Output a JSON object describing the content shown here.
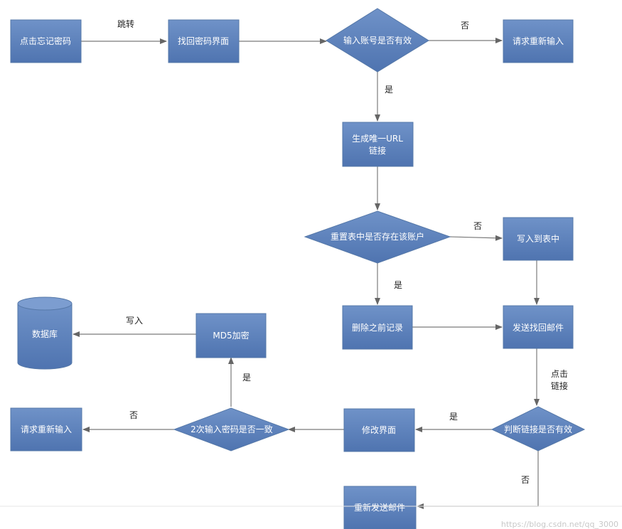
{
  "colors": {
    "node_fill_top": "#6f92c8",
    "node_fill_bottom": "#4f74b0",
    "arrow": "#666666",
    "text": "#ffffff"
  },
  "nodes": {
    "forgot_password": "点击忘记密码",
    "retrieve_page": "找回密码界面",
    "account_valid": "输入账号是否有效",
    "reenter_top": "请求重新输入",
    "generate_url_line1": "生成唯一URL",
    "generate_url_line2": "链接",
    "reset_table_has_account": "重置表中是否存在该账户",
    "write_table": "写入到表中",
    "delete_previous": "删除之前记录",
    "send_email": "发送找回邮件",
    "link_valid": "判断链接是否有效",
    "modify_page": "修改界面",
    "password_match": "2次输入密码是否一致",
    "reenter_bottom": "请求重新输入",
    "md5": "MD5加密",
    "database": "数据库",
    "resend_email": "重新发送邮件"
  },
  "edge_labels": {
    "jump": "跳转",
    "no_account": "否",
    "yes_account": "是",
    "no_reset": "否",
    "yes_reset": "是",
    "click_link_line1": "点击",
    "click_link_line2": "链接",
    "yes_link": "是",
    "no_link": "否",
    "no_match": "否",
    "yes_match": "是",
    "write_in": "写入"
  },
  "watermark": "https://blog.csdn.net/qq_3000"
}
